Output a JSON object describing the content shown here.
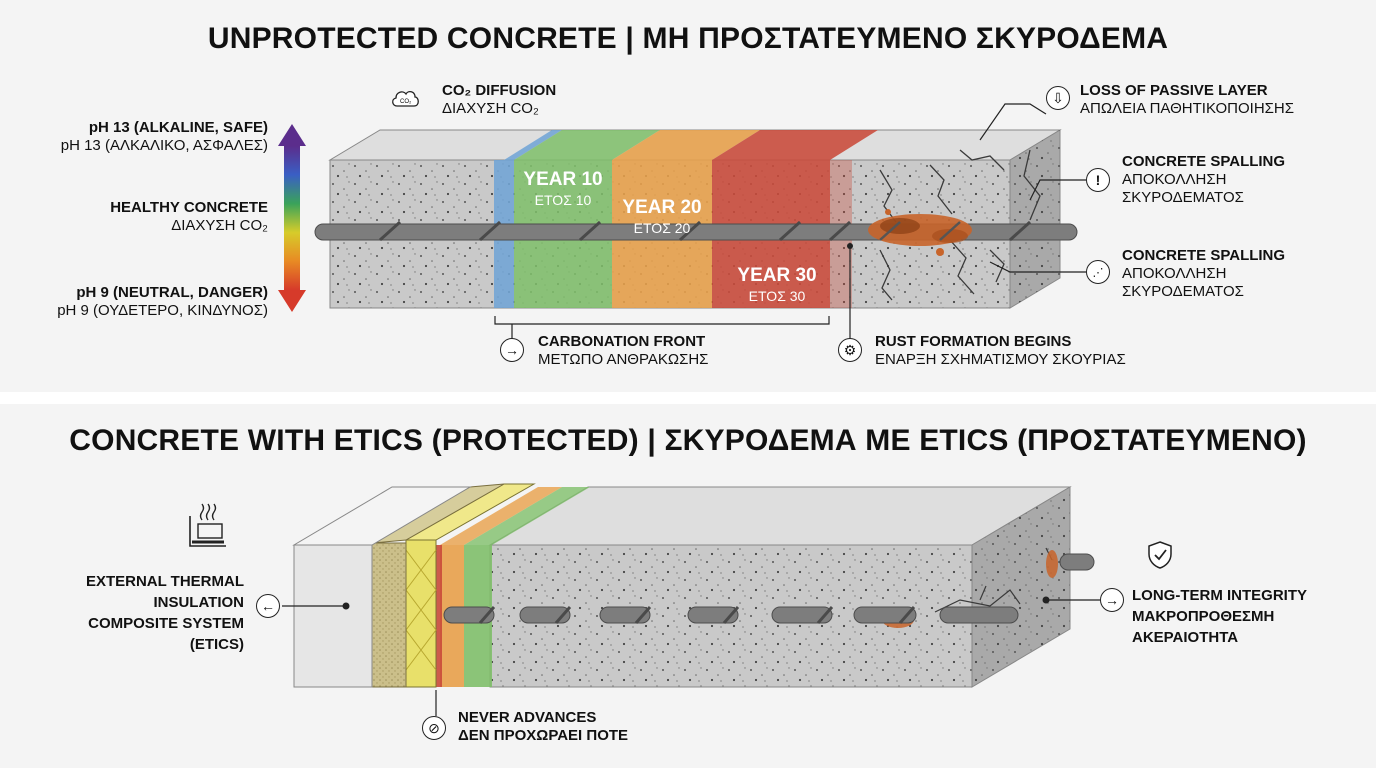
{
  "top": {
    "title": "UNPROTECTED CONCRETE | ΜΗ ΠΡΟΣΤΑΤΕΥΜΕΝΟ ΣΚΥΡΟΔΕΜΑ",
    "co2": {
      "en": "CO₂ DIFFUSION",
      "gr": "ΔΙΑΧΥΣΗ CO₂"
    },
    "ph_high": {
      "en": "pH 13 (ALKALINE, SAFE)",
      "gr": "pH 13 (ΑΛΚΑΛΙΚΟ, ΑΣΦΑΛΕΣ)"
    },
    "healthy": {
      "en": "HEALTHY CONCRETE",
      "gr": "ΔΙΑΧΥΣΗ CO₂"
    },
    "ph_low": {
      "en": "pH 9 (NEUTRAL, DANGER)",
      "gr": "pH 9 (ΟΥΔΕΤΕΡΟ, ΚΙΝΔΥΝΟΣ)"
    },
    "year10": {
      "en": "YEAR 10",
      "gr": "ΕΤΟΣ 10"
    },
    "year20": {
      "en": "YEAR 20",
      "gr": "ΕΤΟΣ 20"
    },
    "year30": {
      "en": "YEAR 30",
      "gr": "ΕΤΟΣ 30"
    },
    "passive": {
      "en": "LOSS OF PASSIVE LAYER",
      "gr": "ΑΠΩΛΕΙΑ ΠΑΘΗΤΙΚΟΠΟΙΗΣΗΣ"
    },
    "spalling1": {
      "en": "CONCRETE SPALLING",
      "gr1": "ΑΠΟΚΟΛΛΗΣΗ",
      "gr2": "ΣΚΥΡΟΔΕΜΑΤΟΣ"
    },
    "spalling2": {
      "en": "CONCRETE SPALLING",
      "gr1": "ΑΠΟΚΟΛΛΗΣΗ",
      "gr2": "ΣΚΥΡΟΔΕΜΑΤΟΣ"
    },
    "front": {
      "en": "CARBONATION FRONT",
      "gr": "ΜΕΤΩΠΟ ΑΝΘΡΑΚΩΣΗΣ"
    },
    "rust": {
      "en": "RUST FORMATION BEGINS",
      "gr": "ΕΝΑΡΞΗ ΣΧΗΜΑΤΙΣΜΟΥ ΣΚΟΥΡΙΑΣ"
    }
  },
  "bottom": {
    "title": "CONCRETE WITH ETICS (PROTECTED) | ΣΚΥΡΟΔΕΜΑ ΜΕ ETICS (ΠΡΟΣΤΑΤΕΥΜΕΝΟ)",
    "etics": {
      "l1": "EXTERNAL THERMAL",
      "l2": "INSULATION",
      "l3": "COMPOSITE SYSTEM",
      "l4": "(ETICS)"
    },
    "integrity": {
      "l1": "LONG-TERM INTEGRITY",
      "l2": "ΜΑΚΡΟΠΡΟΘΕΣΜΗ",
      "l3": "ΑΚΕΡΑΙΟΤΗΤΑ"
    },
    "never": {
      "en": "NEVER ADVANCES",
      "gr": "ΔΕΝ ΠΡΟΧΩΡΑΕΙ ΠΟΤΕ"
    }
  },
  "colors": {
    "concrete": "#c9c9c9",
    "concrete_top": "#dedede",
    "concrete_side": "#a9a9a9",
    "band_blue": "#6fa3d6",
    "band_green": "#7fbf6a",
    "band_orange": "#e8a04a",
    "band_red": "#c94a3a",
    "rust": "#c8642a",
    "rebar": "#7d7d7d"
  },
  "icons": [
    "cloud-co2-icon",
    "ph-scale-arrow-icon",
    "down-arrow-circle-icon",
    "exclamation-circle-icon",
    "spall-circle-icon",
    "arrow-right-circle-icon",
    "gear-circle-icon",
    "heat-insulation-icon",
    "arrow-left-circle-icon",
    "shield-check-icon",
    "no-entry-circle-icon"
  ]
}
